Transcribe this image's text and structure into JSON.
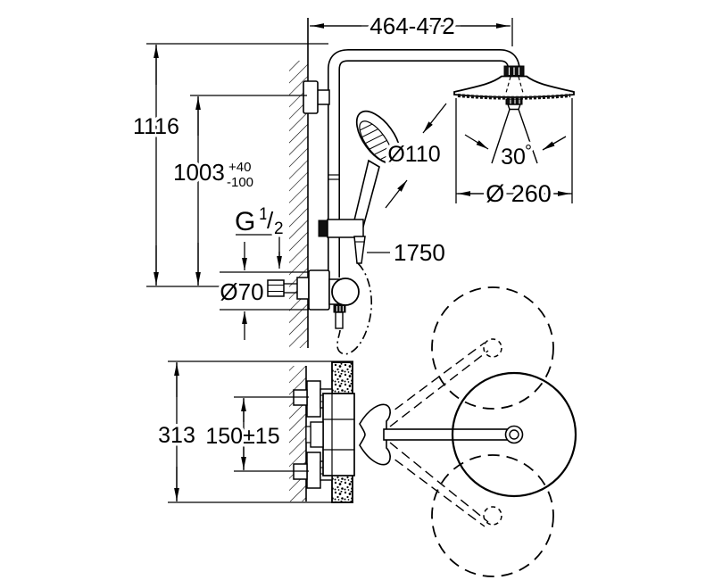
{
  "colors": {
    "line": "#000000",
    "background": "#ffffff",
    "dark_fill": "#111111"
  },
  "front_view": {
    "dim_width": "464-472",
    "dim_height_total": "1116",
    "dim_height_rail": {
      "value": "1003",
      "tolerance_plus": "+40",
      "tolerance_minus": "-100"
    },
    "thread": {
      "prefix": "G",
      "numerator": "1",
      "slash": "/",
      "denominator": "2"
    },
    "dim_escutcheon_diameter": "Ø70",
    "dim_handshower_diameter": "Ø110",
    "hose_length": "1750",
    "spray_angle": {
      "value": "30",
      "unit": "°"
    },
    "dim_headshower_diameter": "Ø 260"
  },
  "plan_view": {
    "dim_depth_total": "313",
    "dim_inlet_centers": "150±15"
  }
}
